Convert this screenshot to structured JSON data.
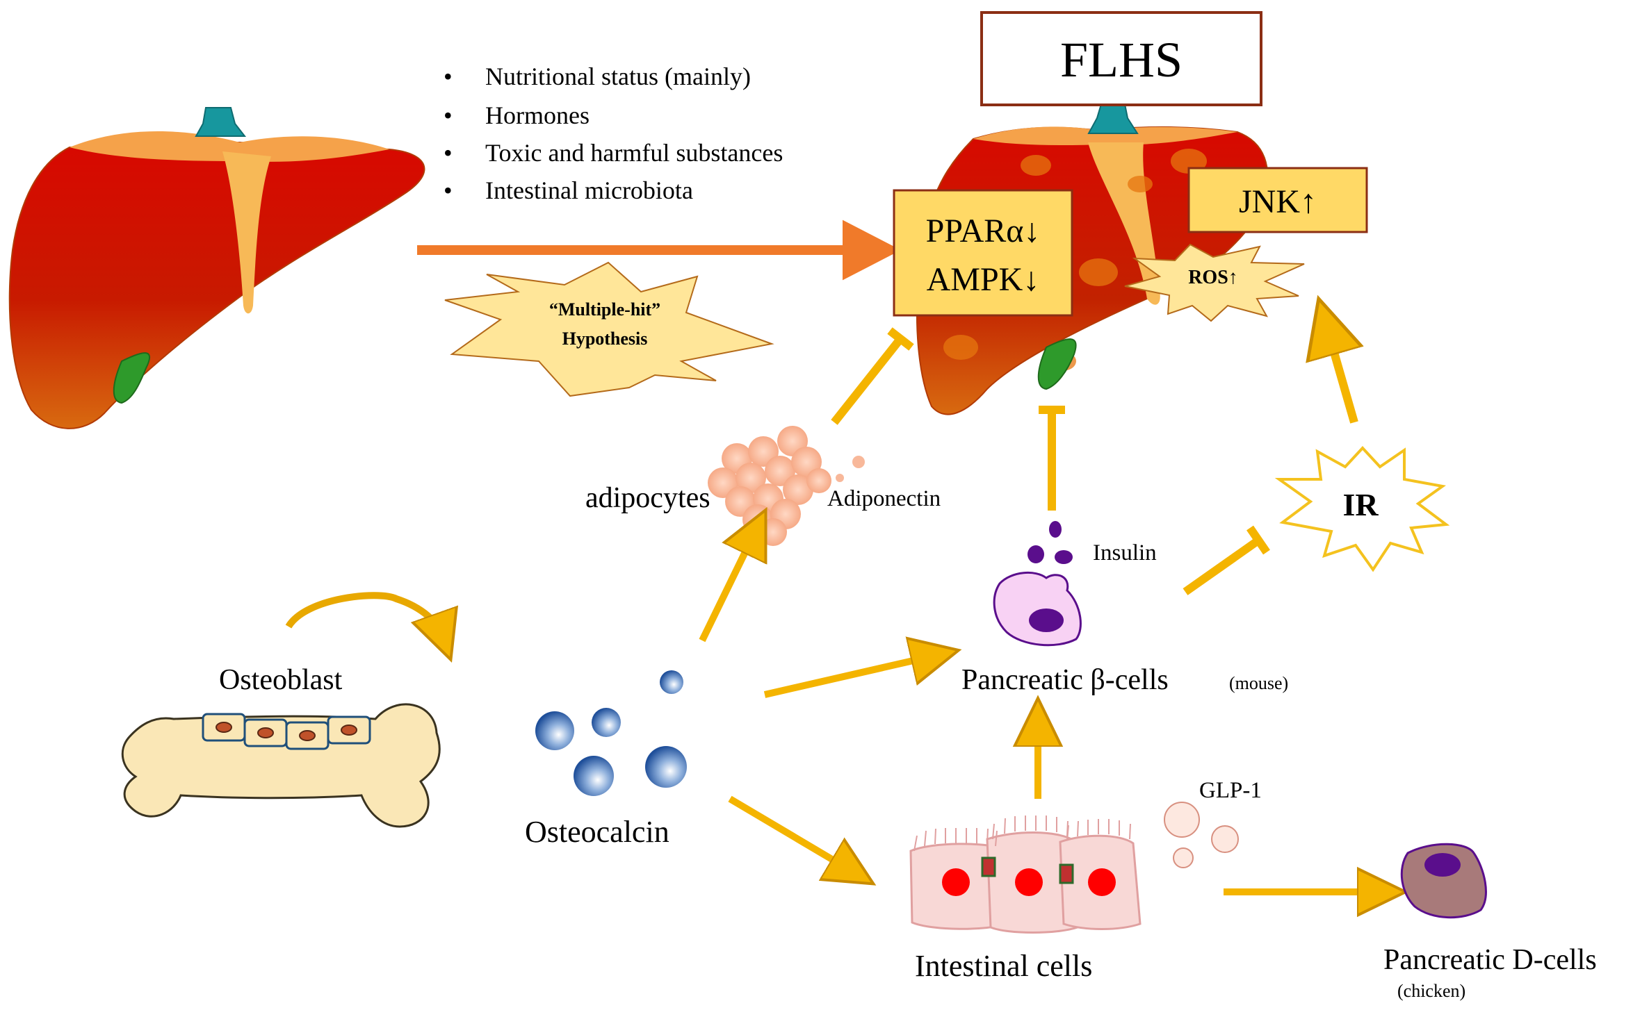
{
  "factors": [
    {
      "text": "Nutritional status (mainly)",
      "color": "#e31b1b"
    },
    {
      "text": "Hormones",
      "color": "#111111"
    },
    {
      "text": "Toxic and harmful substances",
      "color": "#111111"
    },
    {
      "text": "Intestinal microbiota",
      "color": "#111111"
    }
  ],
  "bullet": "•",
  "hypothesis": {
    "line1": "“Multiple-hit”",
    "line2": "Hypothesis"
  },
  "flhs": "FLHS",
  "ppar": "PPARα↓",
  "ampk": "AMPK↓",
  "jnk": "JNK↑",
  "ros": "ROS↑",
  "ir": "IR",
  "adipocytes": "adipocytes",
  "adiponectin": "Adiponectin",
  "insulin": "Insulin",
  "osteoblast": "Osteoblast",
  "osteocalcin": "Osteocalcin",
  "beta_cells": "Pancreatic β-cells",
  "beta_cells_note": "(mouse)",
  "glp1": "GLP-1",
  "intestinal": "Intestinal cells",
  "d_cells": "Pancreatic D-cells",
  "d_cells_note": "(chicken)",
  "colors": {
    "liver_red": "#d20a00",
    "liver_orange": "#e5750f",
    "gallbladder": "#2e9a2b",
    "vessel": "#17979e",
    "arrow_gold": "#f4b400",
    "arrow_orange": "#f07a2a",
    "box_fill": "#ffd966",
    "box_border": "#a83a1a",
    "bone_fill": "#fae7b6",
    "cell_pink": "#f8d8d6",
    "nucleus_red": "#ff0000",
    "insulin_purple": "#5a0e8c"
  }
}
